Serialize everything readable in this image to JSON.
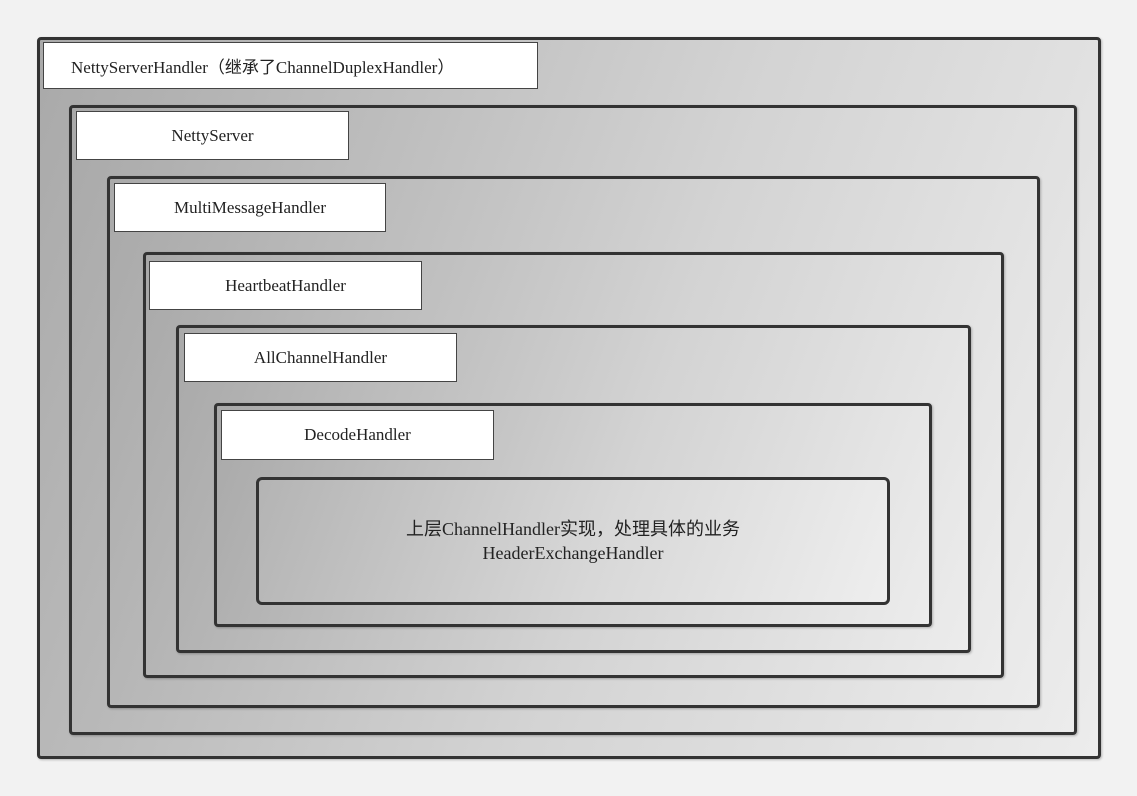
{
  "diagram": {
    "layers": [
      {
        "id": "netty-server-handler",
        "label": "NettyServerHandler（继承了ChannelDuplexHandler）"
      },
      {
        "id": "netty-server",
        "label": "NettyServer"
      },
      {
        "id": "multi-message-handler",
        "label": "MultiMessageHandler"
      },
      {
        "id": "heartbeat-handler",
        "label": "HeartbeatHandler"
      },
      {
        "id": "all-channel-handler",
        "label": "AllChannelHandler"
      },
      {
        "id": "decode-handler",
        "label": "DecodeHandler"
      }
    ],
    "core": {
      "line1": "上层ChannelHandler实现，处理具体的业务",
      "line2": "HeaderExchangeHandler"
    }
  }
}
